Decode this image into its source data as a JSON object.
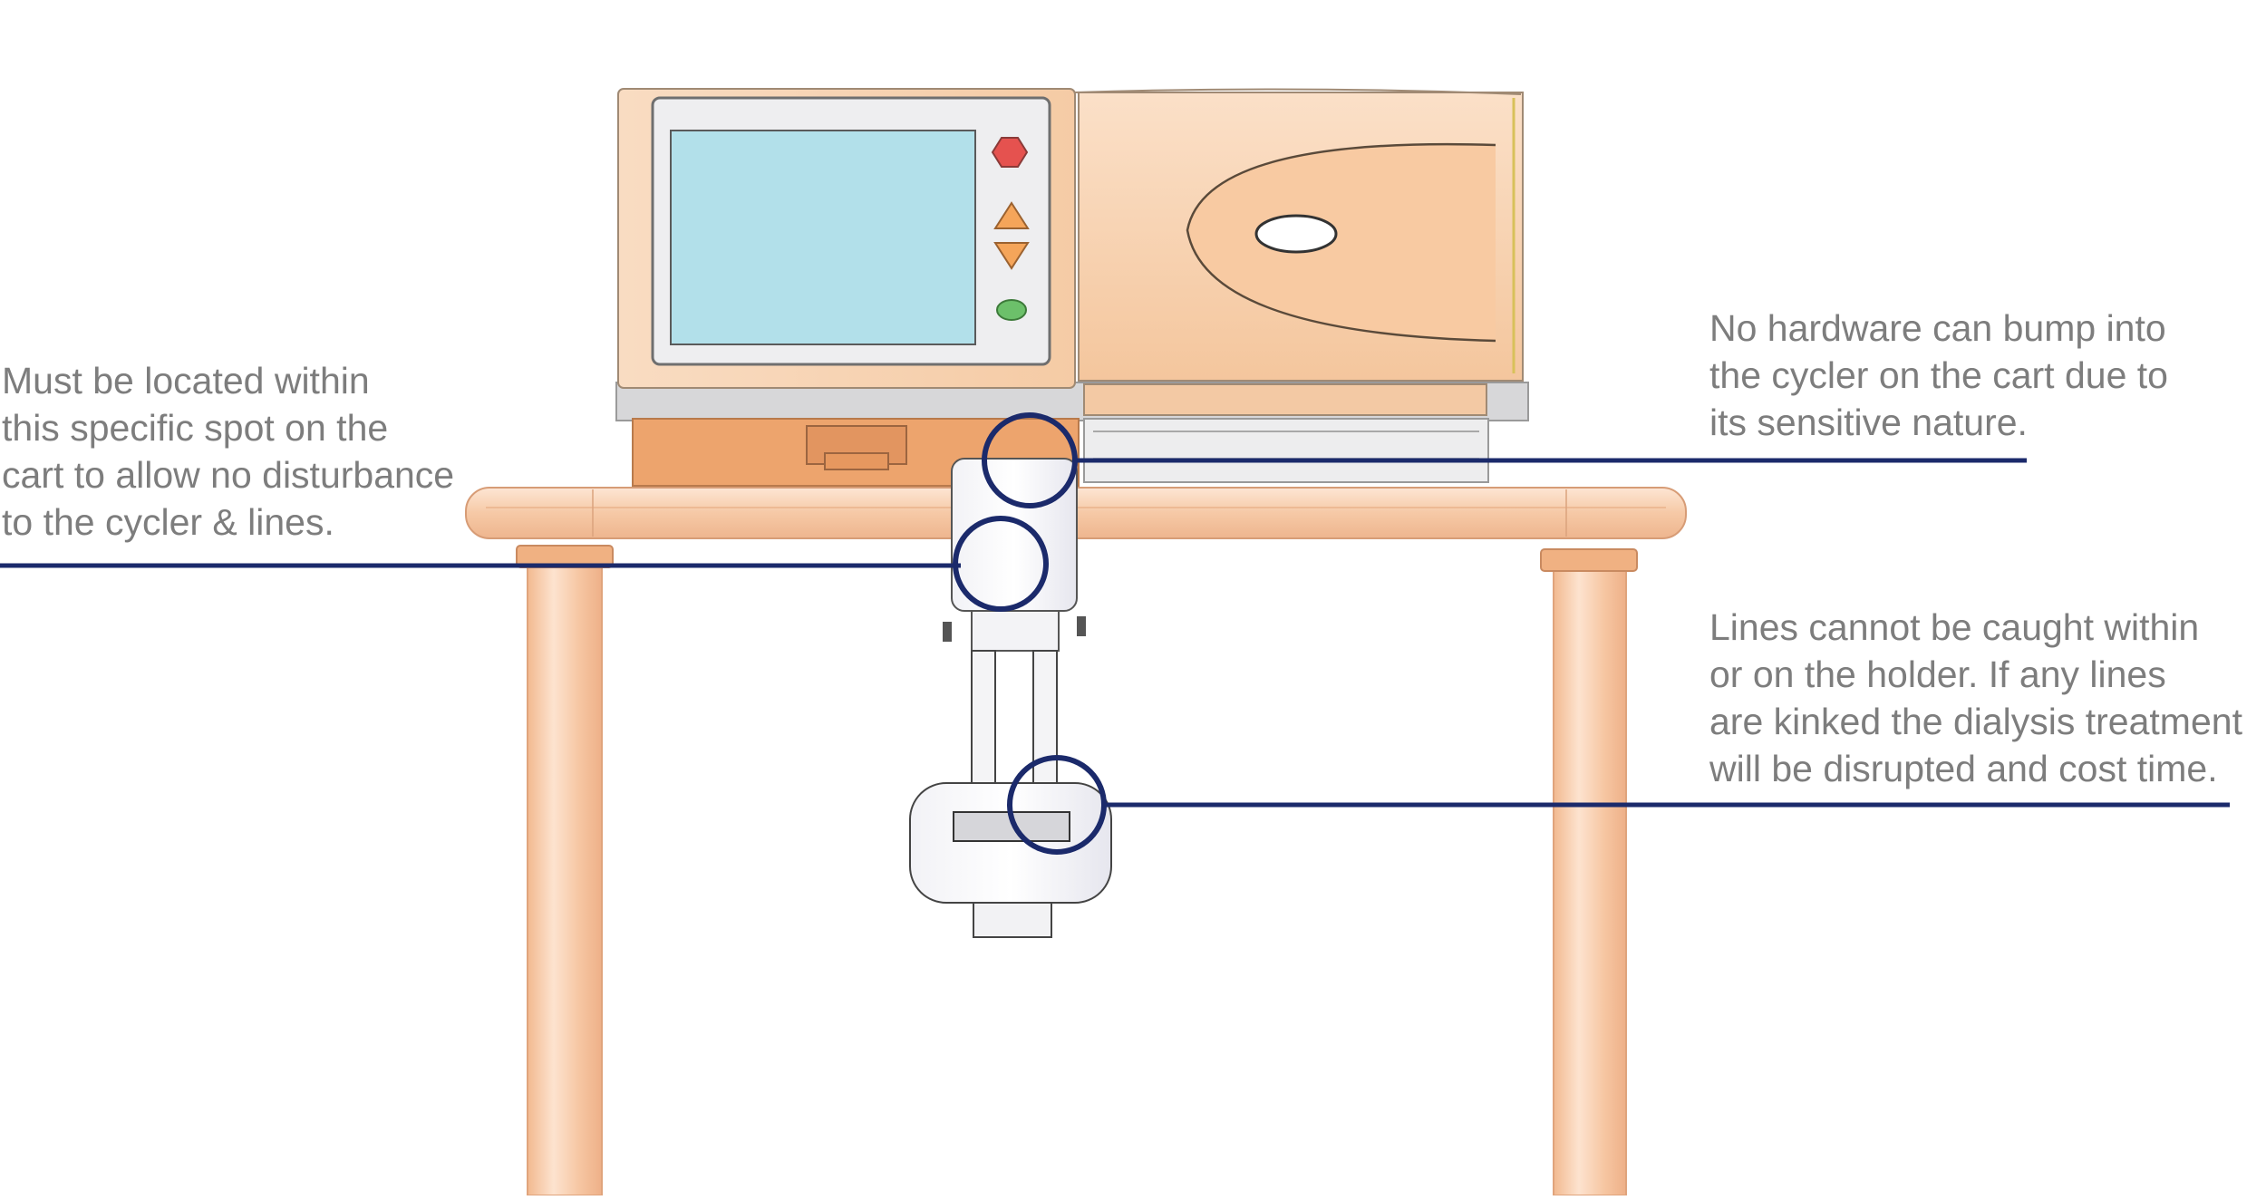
{
  "colors": {
    "annotation_line": "#1b2a6b",
    "annotation_text": "#7d7d7d",
    "cart_peach": "#f6c9a6",
    "cycler_body": "#f7d3b0",
    "screen": "#b2e0ea",
    "stop_button": "#e5524f",
    "arrow_buttons": "#f5a55a",
    "go_button": "#6cc06a"
  },
  "annotations": {
    "left": {
      "lines": [
        "Must be located within",
        "this specific spot on the",
        "cart to allow no disturbance",
        "to the cycler & lines."
      ]
    },
    "right_top": {
      "lines": [
        "No hardware can bump into",
        "the cycler on the cart due to",
        "its sensitive nature."
      ]
    },
    "right_bottom": {
      "lines": [
        "Lines cannot be caught within",
        "or on the holder. If any lines",
        "are kinked the dialysis treatment",
        "will be disrupted and cost time."
      ]
    }
  },
  "icons": {
    "stop_button": "hexagon-stop-icon",
    "up_button": "triangle-up-icon",
    "down_button": "triangle-down-icon",
    "go_button": "oval-go-icon"
  }
}
